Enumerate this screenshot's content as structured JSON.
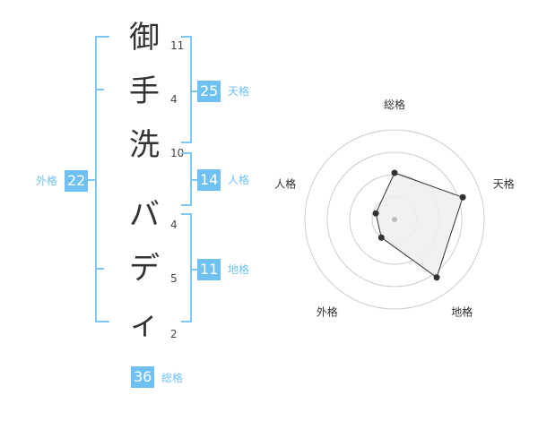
{
  "name": {
    "chars": [
      {
        "char": "御",
        "strokes": "11"
      },
      {
        "char": "手",
        "strokes": "4"
      },
      {
        "char": "洗",
        "strokes": "10"
      },
      {
        "char": "バ",
        "strokes": "4"
      },
      {
        "char": "デ",
        "strokes": "5"
      },
      {
        "char": "ィ",
        "strokes": "2"
      }
    ]
  },
  "kaku": {
    "tenkaku": {
      "value": "25",
      "label": "天格"
    },
    "jinkaku": {
      "value": "14",
      "label": "人格"
    },
    "chikaku": {
      "value": "11",
      "label": "地格"
    },
    "gaikaku": {
      "value": "22",
      "label": "外格"
    },
    "soukaku": {
      "value": "36",
      "label": "総格"
    }
  },
  "colors": {
    "accent": "#6ec1f2",
    "bracket": "#7cc7f0",
    "radar_fill": "#eeeeee",
    "radar_stroke": "#333333"
  },
  "chart_data": {
    "type": "radar",
    "axes": [
      "総格",
      "天格",
      "地格",
      "外格",
      "人格"
    ],
    "values": [
      0.52,
      0.8,
      0.8,
      0.25,
      0.22
    ],
    "rings": 4,
    "max": 1
  }
}
